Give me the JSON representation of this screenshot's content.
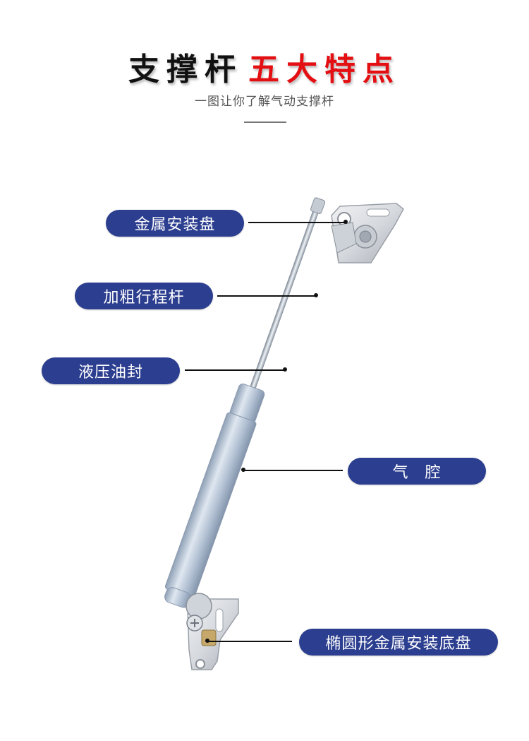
{
  "header": {
    "title_dark": "支撑杆",
    "title_red": "五大特点",
    "subtitle": "一图让你了解气动支撑杆"
  },
  "labels": [
    {
      "id": "mount-plate",
      "text": "金属安装盘"
    },
    {
      "id": "rod",
      "text": "加粗行程杆"
    },
    {
      "id": "seal",
      "text": "液压油封"
    },
    {
      "id": "chamber",
      "text": "气　腔"
    },
    {
      "id": "base-plate",
      "text": "椭圆形金属安装底盘"
    }
  ],
  "colors": {
    "pill": "#2c3e8f",
    "title_red": "#e30f13",
    "cylinder": "#b9c7d8"
  }
}
